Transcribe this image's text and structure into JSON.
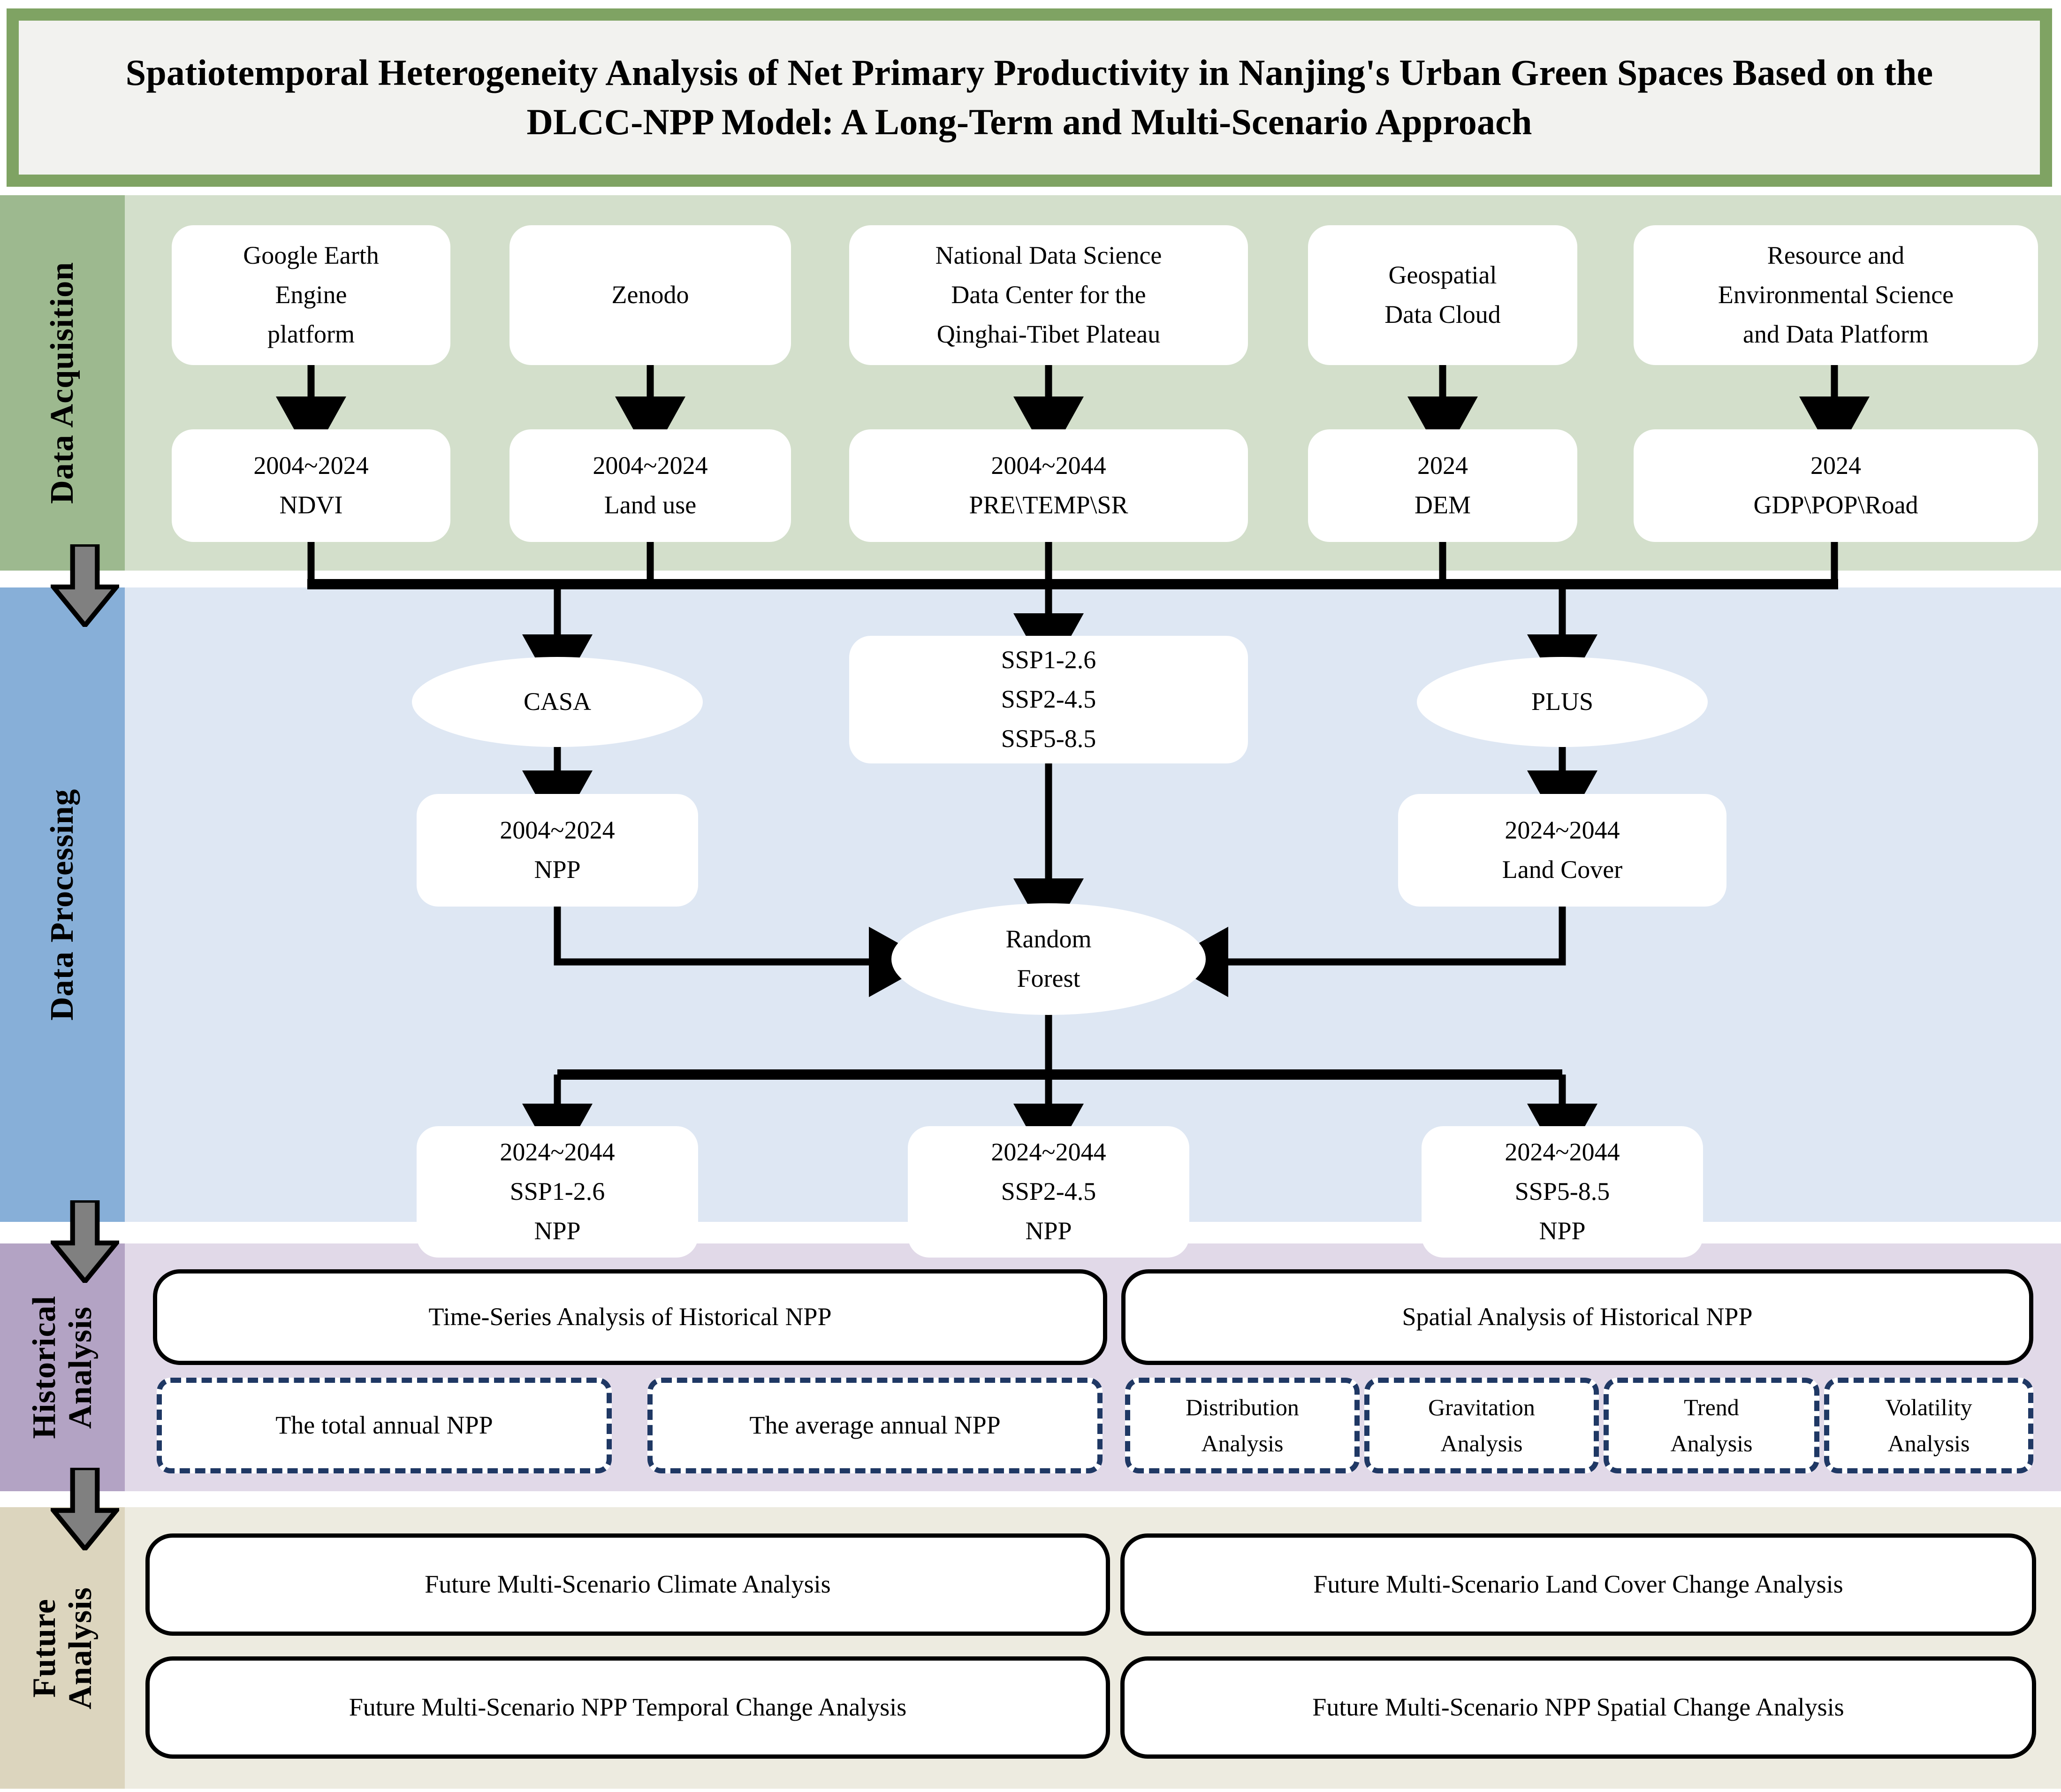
{
  "title": "Spatiotemporal Heterogeneity Analysis of Net Primary Productivity in Nanjing's Urban Green Spaces Based on the DLCC-NPP Model: A Long-Term and Multi-Scenario Approach",
  "colors": {
    "title_border": "#7FA363",
    "title_fill": "#F2F2EF",
    "acq_sidebar": "#9DB98F",
    "acq_band": "#D3DFCB",
    "proc_sidebar": "#87AFD8",
    "proc_band": "#DEE7F3",
    "hist_sidebar": "#B3A3C4",
    "hist_band": "#E1D9E8",
    "fut_sidebar": "#DCD5BE",
    "fut_band": "#EDEBE0",
    "dashed_border": "#1F3864",
    "arrow_grey": "#808080",
    "line": "#000000"
  },
  "sections": {
    "acquisition": {
      "label": "Data Acquisition"
    },
    "processing": {
      "label": "Data Processing"
    },
    "historical": {
      "label_line1": "Historical",
      "label_line2": "Analysis"
    },
    "future": {
      "label_line1": "Future",
      "label_line2": "Analysis"
    }
  },
  "acquisition": {
    "sources": [
      {
        "lines": [
          "Google Earth",
          "Engine",
          "platform"
        ]
      },
      {
        "lines": [
          "Zenodo"
        ]
      },
      {
        "lines": [
          "National Data Science",
          "Data Center for the",
          "Qinghai-Tibet Plateau"
        ]
      },
      {
        "lines": [
          "Geospatial",
          "Data Cloud"
        ]
      },
      {
        "lines": [
          "Resource and",
          "Environmental Science",
          "and Data Platform"
        ]
      }
    ],
    "datasets": [
      {
        "lines": [
          "2004~2024",
          "NDVI"
        ]
      },
      {
        "lines": [
          "2004~2024",
          "Land use"
        ]
      },
      {
        "lines": [
          "2004~2044",
          "PRE\\TEMP\\SR"
        ]
      },
      {
        "lines": [
          "2024",
          "DEM"
        ]
      },
      {
        "lines": [
          "2024",
          "GDP\\POP\\Road"
        ]
      }
    ]
  },
  "processing": {
    "models": [
      {
        "lines": [
          "CASA"
        ]
      },
      {
        "lines": [
          "PLUS"
        ]
      }
    ],
    "scenarios": {
      "lines": [
        "SSP1-2.6",
        "SSP2-4.5",
        "SSP5-8.5"
      ]
    },
    "intermediates": [
      {
        "lines": [
          "2004~2024",
          "NPP"
        ]
      },
      {
        "lines": [
          "2024~2044",
          "Land Cover"
        ]
      }
    ],
    "classifier": {
      "lines": [
        "Random",
        "Forest"
      ]
    },
    "outputs": [
      {
        "lines": [
          "2024~2044",
          "SSP1-2.6",
          "NPP"
        ]
      },
      {
        "lines": [
          "2024~2044",
          "SSP2-4.5",
          "NPP"
        ]
      },
      {
        "lines": [
          "2024~2044",
          "SSP5-8.5",
          "NPP"
        ]
      }
    ]
  },
  "historical": {
    "headers": [
      "Time-Series Analysis of Historical NPP",
      "Spatial Analysis of Historical NPP"
    ],
    "methods": [
      {
        "lines": [
          "The total annual NPP"
        ]
      },
      {
        "lines": [
          "The average annual NPP"
        ]
      },
      {
        "lines": [
          "Distribution",
          "Analysis"
        ]
      },
      {
        "lines": [
          "Gravitation",
          "Analysis"
        ]
      },
      {
        "lines": [
          "Trend",
          "Analysis"
        ]
      },
      {
        "lines": [
          "Volatility",
          "Analysis"
        ]
      }
    ]
  },
  "future": {
    "items": [
      "Future Multi-Scenario Climate Analysis",
      "Future Multi-Scenario Land Cover Change Analysis",
      "Future Multi-Scenario NPP Temporal Change Analysis",
      "Future Multi-Scenario NPP Spatial Change Analysis"
    ]
  }
}
